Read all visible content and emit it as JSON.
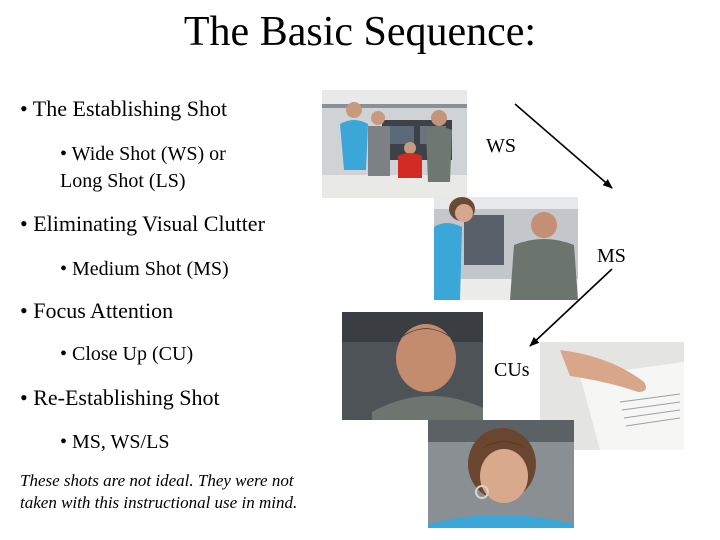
{
  "title": "The Basic Sequence:",
  "bullets": {
    "establishing": "• The Establishing Shot",
    "wide_line1": "• Wide Shot (WS) or",
    "wide_line2": "Long Shot (LS)",
    "clutter": "• Eliminating Visual Clutter",
    "medium": "• Medium Shot (MS)",
    "focus": "• Focus Attention",
    "closeup": "• Close Up (CU)",
    "reestablish": "• Re-Establishing Shot",
    "ms_ws": "• MS, WS/LS"
  },
  "note": {
    "line1": "These shots are not ideal.  They were not",
    "line2": "taken with this instructional use in mind."
  },
  "labels": {
    "ws": "WS",
    "ms": "MS",
    "cus": "CUs"
  },
  "colors": {
    "arrow": "#000000",
    "text": "#000000"
  }
}
